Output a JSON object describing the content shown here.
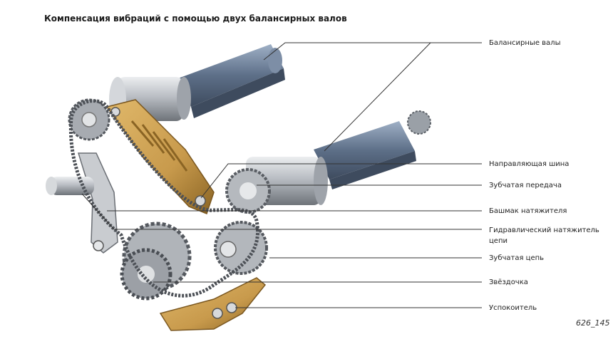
{
  "title": "Компенсация вибраций с помощью двух балансирных валов",
  "callouts": [
    {
      "id": "balance-shafts",
      "label": "Балансирные валы"
    },
    {
      "id": "guide-rail",
      "label": "Направляющая шина"
    },
    {
      "id": "gear",
      "label": "Зубчатая передача"
    },
    {
      "id": "tensioner-shoe",
      "label": "Башмак натяжителя"
    },
    {
      "id": "hydraulic-tensioner",
      "label": "Гидравлический натяжитель цепи"
    },
    {
      "id": "toothed-chain",
      "label": "Зубчатая цепь"
    },
    {
      "id": "sprocket",
      "label": "Звёздочка"
    },
    {
      "id": "damper",
      "label": "Успокоитель"
    }
  ],
  "figure_number": "626_145",
  "colors": {
    "shaft_blue": "#5d6f88",
    "shaft_blue_light": "#8fa1b8",
    "steel": "#b9bdc3",
    "steel_dark": "#6e7379",
    "rail_gold": "#c89a4c",
    "rail_gold_dark": "#8a6424",
    "leader": "#333333"
  }
}
